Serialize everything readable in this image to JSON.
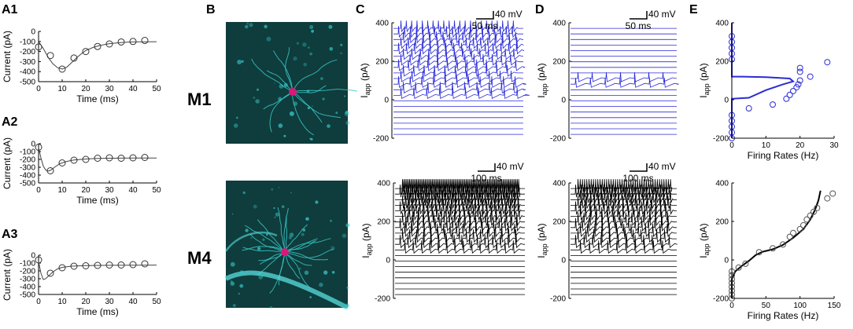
{
  "figure": {
    "panel_labels": {
      "A1": "A1",
      "A2": "A2",
      "A3": "A3",
      "B": "B",
      "C": "C",
      "D": "D",
      "E": "E"
    },
    "neuron_labels": {
      "m1": "M1",
      "m4": "M4"
    }
  },
  "colors": {
    "blue_trace": "#2b2bd6",
    "black_trace": "#000000",
    "gray_fit": "#444444",
    "micro_bg": "#0f3c3c",
    "micro_cyan": "#37c6c6",
    "micro_soma": "#d9187a"
  },
  "scale_bars": {
    "c_top": {
      "amp": "40 mV",
      "time": "50 ms"
    },
    "d_top": {
      "amp": "40 mV",
      "time": "50 ms"
    },
    "c_bottom": {
      "amp": "40 mV",
      "time": "100 ms"
    },
    "d_bottom": {
      "amp": "40 mV",
      "time": "100 ms"
    }
  },
  "axis_labels": {
    "current": "Current (pA)",
    "time": "Time (ms)",
    "iapp_main": "I",
    "iapp_sub": "app",
    "iapp_unit": " (pA)",
    "firing": "Firing Rates (Hz)"
  },
  "ticks": {
    "a_y": [
      "0",
      "-100",
      "-200",
      "-300",
      "-400",
      "-500"
    ],
    "a_x": [
      "0",
      "10",
      "20",
      "30",
      "40",
      "50"
    ],
    "iapp_y": [
      "400",
      "200",
      "0",
      "-200"
    ],
    "e_top_x": [
      "0",
      "10",
      "20",
      "30"
    ],
    "e_bottom_x": [
      "0",
      "50",
      "100",
      "150"
    ]
  },
  "chart_data": [
    {
      "type": "scatter",
      "panel": "A1",
      "xlabel": "Time (ms)",
      "ylabel": "Current (pA)",
      "xlim": [
        0,
        50
      ],
      "ylim": [
        -500,
        0
      ],
      "points": [
        [
          0,
          -155
        ],
        [
          5,
          -240
        ],
        [
          10,
          -375
        ],
        [
          15,
          -265
        ],
        [
          20,
          -200
        ],
        [
          25,
          -150
        ],
        [
          30,
          -125
        ],
        [
          35,
          -105
        ],
        [
          40,
          -100
        ],
        [
          45,
          -90
        ]
      ],
      "fit": [
        [
          0,
          -100
        ],
        [
          2,
          -170
        ],
        [
          4,
          -255
        ],
        [
          6,
          -320
        ],
        [
          8,
          -360
        ],
        [
          10,
          -375
        ],
        [
          12,
          -355
        ],
        [
          14,
          -310
        ],
        [
          16,
          -265
        ],
        [
          18,
          -225
        ],
        [
          20,
          -190
        ],
        [
          23,
          -160
        ],
        [
          26,
          -140
        ],
        [
          30,
          -122
        ],
        [
          35,
          -110
        ],
        [
          40,
          -105
        ],
        [
          45,
          -103
        ],
        [
          50,
          -102
        ]
      ]
    },
    {
      "type": "scatter",
      "panel": "A2",
      "xlabel": "Time (ms)",
      "ylabel": "Current (pA)",
      "xlim": [
        0,
        50
      ],
      "ylim": [
        -500,
        0
      ],
      "points": [
        [
          0,
          -45
        ],
        [
          5,
          -345
        ],
        [
          10,
          -245
        ],
        [
          15,
          -210
        ],
        [
          20,
          -200
        ],
        [
          25,
          -185
        ],
        [
          30,
          -180
        ],
        [
          35,
          -185
        ],
        [
          40,
          -180
        ],
        [
          45,
          -175
        ]
      ],
      "fit": [
        [
          0,
          -50
        ],
        [
          1,
          -180
        ],
        [
          2,
          -285
        ],
        [
          3,
          -335
        ],
        [
          4,
          -350
        ],
        [
          5,
          -340
        ],
        [
          7,
          -295
        ],
        [
          9,
          -255
        ],
        [
          12,
          -225
        ],
        [
          15,
          -208
        ],
        [
          20,
          -195
        ],
        [
          25,
          -188
        ],
        [
          30,
          -185
        ],
        [
          40,
          -183
        ],
        [
          50,
          -182
        ]
      ]
    },
    {
      "type": "scatter",
      "panel": "A3",
      "xlabel": "Time (ms)",
      "ylabel": "Current (pA)",
      "xlim": [
        0,
        50
      ],
      "ylim": [
        -500,
        0
      ],
      "points": [
        [
          0,
          -60
        ],
        [
          5,
          -230
        ],
        [
          10,
          -160
        ],
        [
          15,
          -140
        ],
        [
          20,
          -135
        ],
        [
          25,
          -130
        ],
        [
          30,
          -125
        ],
        [
          35,
          -125
        ],
        [
          40,
          -120
        ],
        [
          45,
          -110
        ]
      ],
      "fit": [
        [
          0,
          -80
        ],
        [
          1,
          -230
        ],
        [
          2,
          -310
        ],
        [
          3,
          -300
        ],
        [
          4,
          -270
        ],
        [
          6,
          -215
        ],
        [
          8,
          -175
        ],
        [
          10,
          -155
        ],
        [
          14,
          -140
        ],
        [
          20,
          -133
        ],
        [
          30,
          -129
        ],
        [
          40,
          -127
        ],
        [
          50,
          -126
        ]
      ]
    },
    {
      "type": "line",
      "panel": "E-M1",
      "xlabel": "Firing Rates (Hz)",
      "ylabel": "Iapp (pA)",
      "xlim": [
        0,
        30
      ],
      "ylim": [
        -200,
        400
      ],
      "points": [
        [
          0,
          330
        ],
        [
          0,
          300
        ],
        [
          0,
          270
        ],
        [
          0,
          240
        ],
        [
          0,
          210
        ],
        [
          0,
          -80
        ],
        [
          0,
          -110
        ],
        [
          0,
          -140
        ],
        [
          0,
          -170
        ],
        [
          0,
          -200
        ],
        [
          5,
          -45
        ],
        [
          12,
          -25
        ],
        [
          16,
          5
        ],
        [
          17,
          25
        ],
        [
          18,
          45
        ],
        [
          19,
          65
        ],
        [
          19.5,
          80
        ],
        [
          20,
          100
        ],
        [
          20,
          145
        ],
        [
          20,
          165
        ],
        [
          23,
          120
        ],
        [
          28,
          195
        ]
      ],
      "fit": [
        [
          0,
          -200
        ],
        [
          0,
          5
        ],
        [
          5,
          10
        ],
        [
          10,
          50
        ],
        [
          15,
          80
        ],
        [
          18,
          95
        ],
        [
          17,
          110
        ],
        [
          10,
          117
        ],
        [
          3,
          120
        ],
        [
          0,
          120
        ],
        [
          0,
          400
        ]
      ]
    },
    {
      "type": "line",
      "panel": "E-M4",
      "xlabel": "Firing Rates (Hz)",
      "ylabel": "Iapp (pA)",
      "xlim": [
        0,
        150
      ],
      "ylim": [
        -200,
        400
      ],
      "points": [
        [
          0,
          -200
        ],
        [
          0,
          -180
        ],
        [
          0,
          -160
        ],
        [
          0,
          -140
        ],
        [
          0,
          -120
        ],
        [
          0,
          -100
        ],
        [
          0,
          -80
        ],
        [
          0,
          -60
        ],
        [
          10,
          -40
        ],
        [
          20,
          -20
        ],
        [
          40,
          40
        ],
        [
          60,
          60
        ],
        [
          75,
          80
        ],
        [
          85,
          120
        ],
        [
          90,
          140
        ],
        [
          100,
          160
        ],
        [
          105,
          180
        ],
        [
          110,
          210
        ],
        [
          115,
          230
        ],
        [
          120,
          250
        ],
        [
          125,
          270
        ],
        [
          140,
          320
        ],
        [
          148,
          345
        ]
      ],
      "fit": [
        [
          0,
          -200
        ],
        [
          0,
          -100
        ],
        [
          5,
          -60
        ],
        [
          15,
          -30
        ],
        [
          25,
          -5
        ],
        [
          35,
          25
        ],
        [
          45,
          42
        ],
        [
          60,
          55
        ],
        [
          75,
          78
        ],
        [
          90,
          115
        ],
        [
          105,
          160
        ],
        [
          115,
          210
        ],
        [
          122,
          260
        ],
        [
          127,
          310
        ],
        [
          130,
          360
        ]
      ]
    }
  ]
}
